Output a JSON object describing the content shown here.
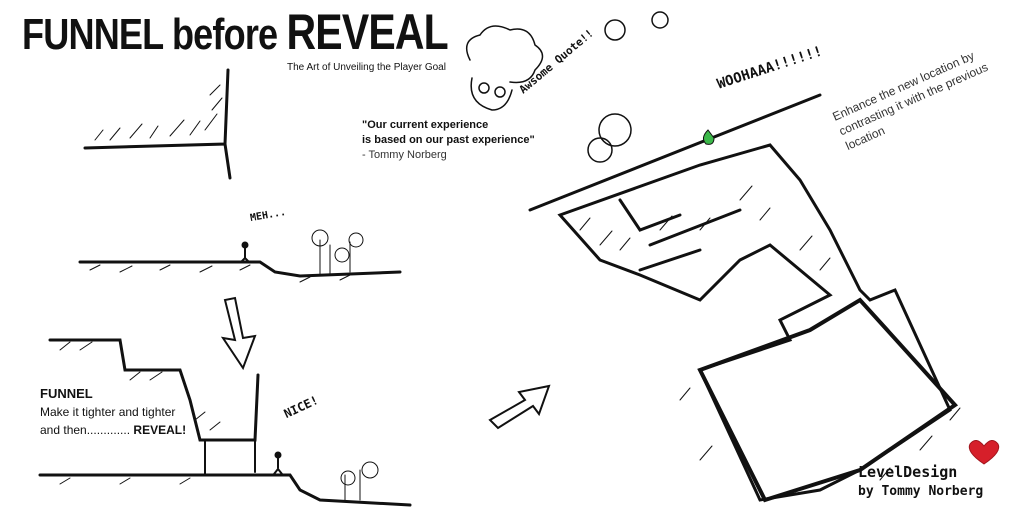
{
  "header": {
    "title_part1": "FUNNEL before",
    "title_part2": "REVEAL",
    "subtitle": "The Art of Unveiling the Player Goal"
  },
  "quote": {
    "line1": "\"Our current experience",
    "line2": "is based on our past experience\"",
    "author": "- Tommy Norberg",
    "bubble": "Awsome Quote!!"
  },
  "sketch_labels": {
    "meh": "MEH...",
    "nice": "NICE!",
    "woohaa": "WOOHAAA!!!!!!"
  },
  "funnel_note": {
    "heading": "FUNNEL",
    "line1": "Make it tighter and tighter",
    "line2_prefix": "and then.............",
    "line2_reveal": "REVEAL!"
  },
  "enhance_note": "Enhance the new location by contrasting it with the previous location",
  "signature": {
    "brand": "LevelDesign",
    "by": "by Tommy Norberg"
  },
  "colors": {
    "heart": "#d61f2a",
    "leaf": "#3cb84a",
    "ink": "#111111"
  }
}
